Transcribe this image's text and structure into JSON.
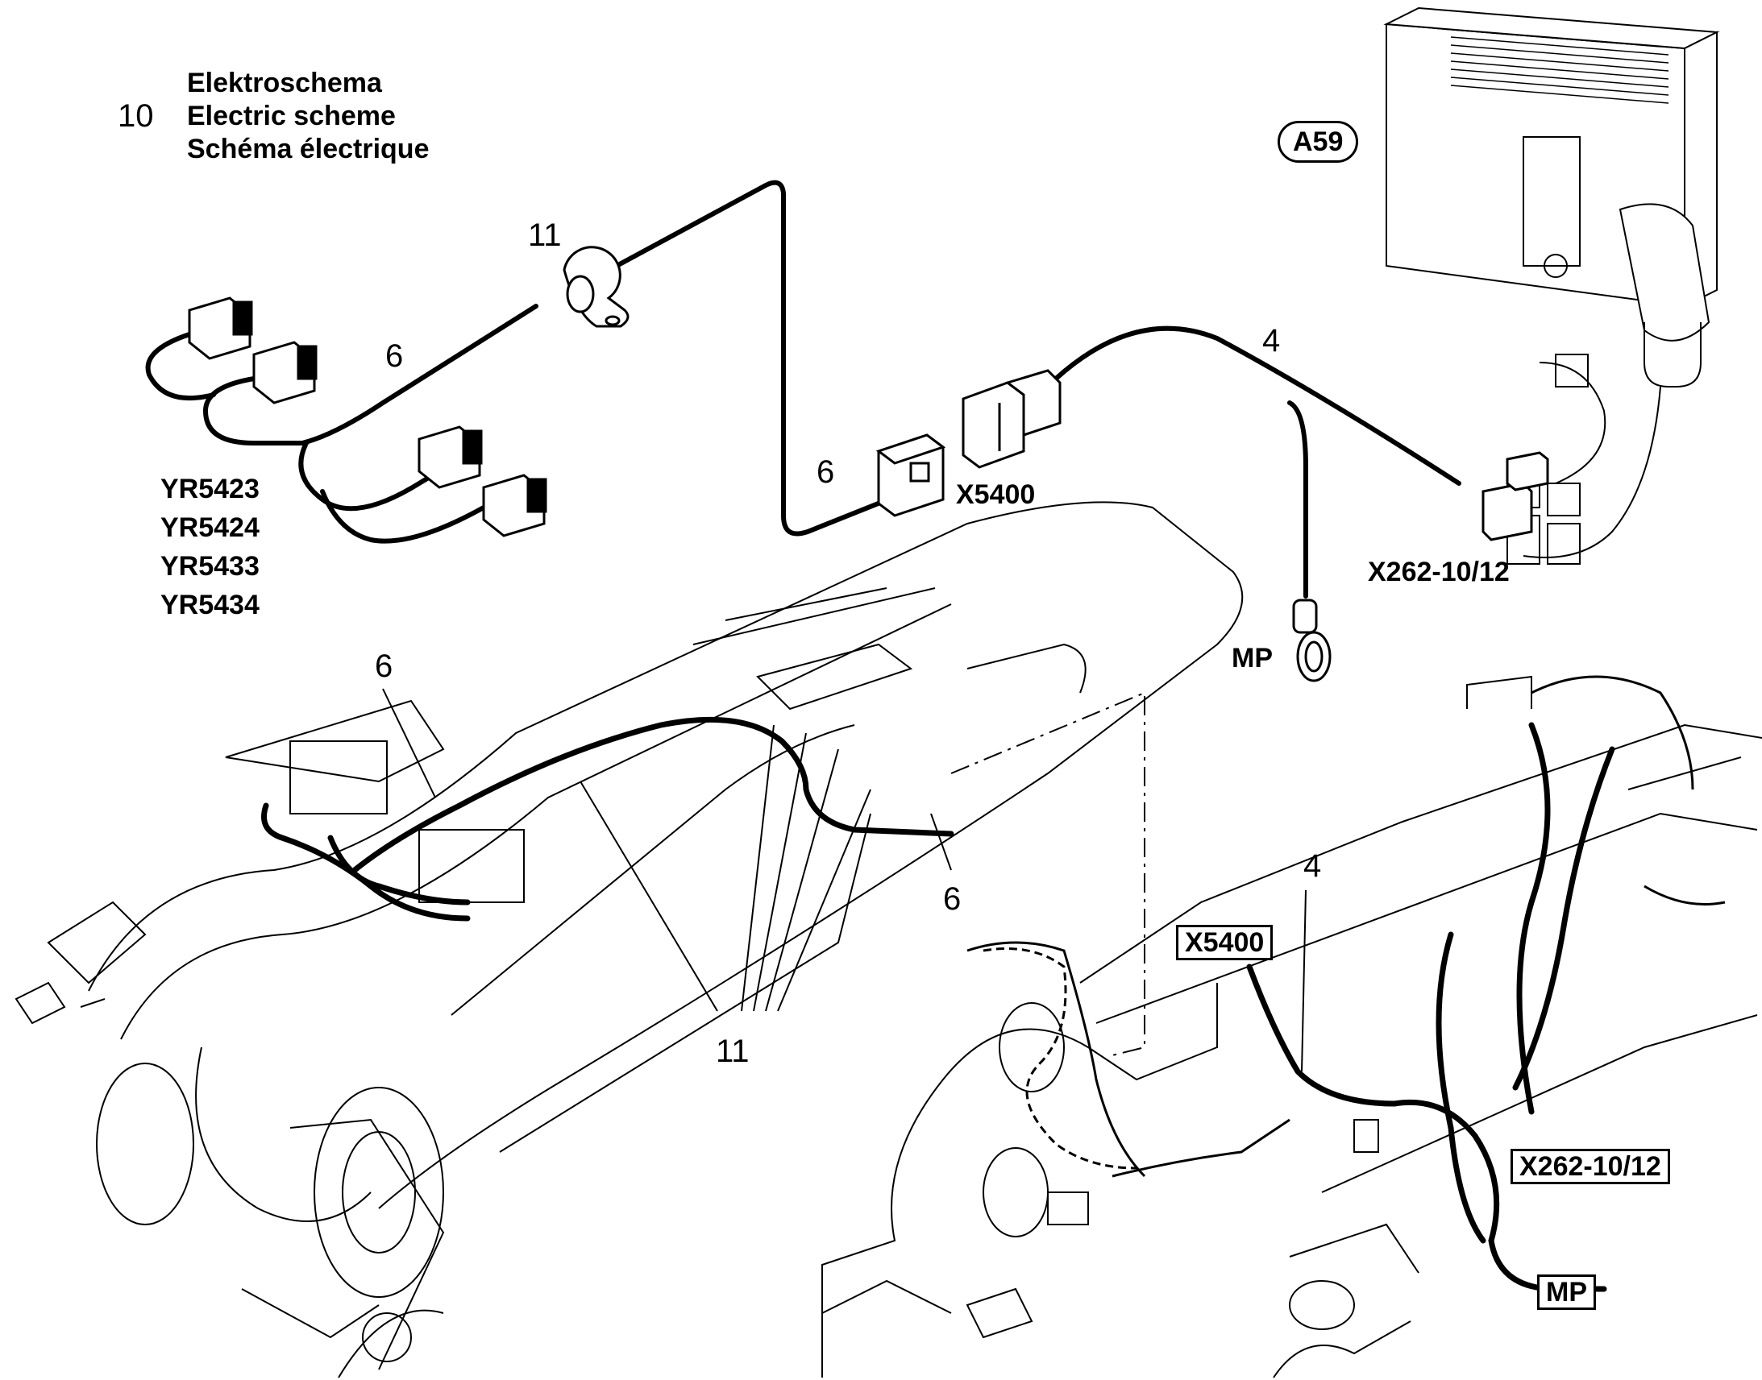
{
  "title": {
    "number": "10",
    "lines": [
      "Elektroschema",
      "Electric scheme",
      "Schéma électrique"
    ]
  },
  "components": {
    "a59": "A59",
    "x5400_top": "X5400",
    "x262_top": "X262-10/12",
    "mp_top": "MP",
    "x5400_bottom": "X5400",
    "x262_bottom": "X262-10/12",
    "mp_bottom": "MP",
    "valves": [
      "YR5423",
      "YR5424",
      "YR5433",
      "YR5434"
    ]
  },
  "callouts": {
    "clamp_top": "11",
    "harness_left": "6",
    "harness_connector": "6",
    "harness_x5400": "4",
    "boom_harness_top": "6",
    "boom_harness_right": "6",
    "boom_clamps": "11",
    "base_harness": "4"
  }
}
